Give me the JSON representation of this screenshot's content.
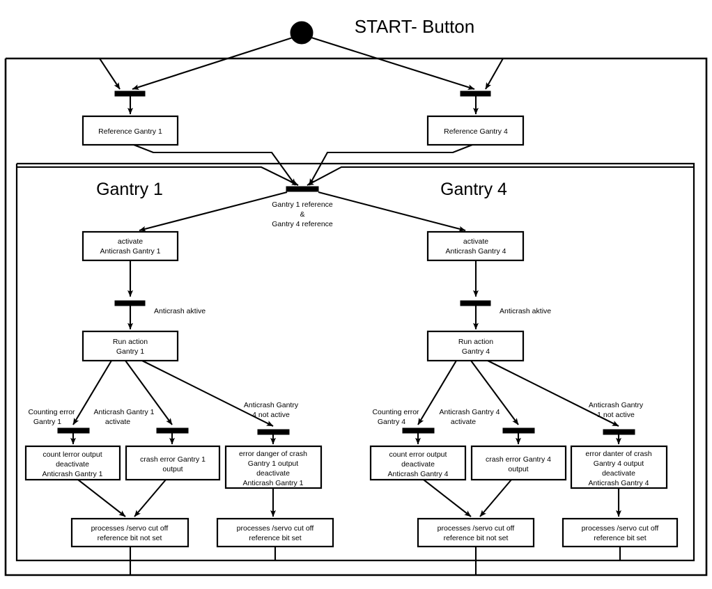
{
  "diagram": {
    "title": "START- Button",
    "outer_frame_name": "outer-system-frame",
    "sections": [
      {
        "id": "g1",
        "label": "Gantry 1"
      },
      {
        "id": "g4",
        "label": "Gantry 4"
      }
    ],
    "start_token": "start-button-token",
    "places": {
      "reference_g1": "Reference Gantry 1",
      "reference_g4": "Reference Gantry 4",
      "activate_g1_l1": "activate",
      "activate_g1_l2": "Anticrash Gantry 1",
      "activate_g4_l1": "activate",
      "activate_g4_l2": "Anticrash Gantry 4",
      "run_g1_l1": "Run action",
      "run_g1_l2": "Gantry 1",
      "run_g4_l1": "Run action",
      "run_g4_l2": "Gantry 4",
      "count_err_g1_l1": "count lerror output",
      "count_err_g1_l2": "deactivate",
      "count_err_g1_l3": "Anticrash Gantry 1",
      "crash_err_g1_l1": "crash error Gantry 1",
      "crash_err_g1_l2": "output",
      "danger_g1_l1": "error danger of crash",
      "danger_g1_l2": "Gantry 1 output",
      "danger_g1_l3": "deactivate",
      "danger_g1_l4": "Anticrash Gantry 1",
      "count_err_g4_l1": "count error output",
      "count_err_g4_l2": "deactivate",
      "count_err_g4_l3": "Anticrash Gantry 4",
      "crash_err_g4_l1": "crash error Gantry 4",
      "crash_err_g4_l2": "output",
      "danger_g4_l1": "error danter of crash",
      "danger_g4_l2": "Gantry 4 output",
      "danger_g4_l3": "deactivate",
      "danger_g4_l4": "Anticrash Gantry 4",
      "servo_notset_g1_l1": "processes /servo cut off",
      "servo_notset_g1_l2": "reference bit not set",
      "servo_set_g1_l1": "processes /servo cut off",
      "servo_set_g1_l2": "reference bit set",
      "servo_notset_g4_l1": "processes /servo cut off",
      "servo_notset_g4_l2": "reference bit not set",
      "servo_set_g4_l1": "processes /servo cut off",
      "servo_set_g4_l2": "reference bit set"
    },
    "transition_labels": {
      "sync_l1": "Gantry 1 reference",
      "sync_l2": "&",
      "sync_l3": "Gantry 4 reference",
      "anticrash_active_g1": "Anticrash aktive",
      "anticrash_active_g4": "Anticrash aktive",
      "counting_error_g1_l1": "Counting error",
      "counting_error_g1_l2": "Gantry 1",
      "anticrash_activate_g1_l1": "Anticrash Gantry 1",
      "anticrash_activate_g1_l2": "activate",
      "anticrash_notactive_g1_l1": "Anticrash Gantry",
      "anticrash_notactive_g1_l2": "4 not active",
      "counting_error_g4_l1": "Counting error",
      "counting_error_g4_l2": "Gantry 4",
      "anticrash_activate_g4_l1": "Anticrash Gantry 4",
      "anticrash_activate_g4_l2": "activate",
      "anticrash_notactive_g4_l1": "Anticrash Gantry",
      "anticrash_notactive_g4_l2": "1 not active"
    },
    "colors": {
      "stroke": "#000000",
      "fill": "#ffffff",
      "page_background": "#ffffff"
    }
  }
}
